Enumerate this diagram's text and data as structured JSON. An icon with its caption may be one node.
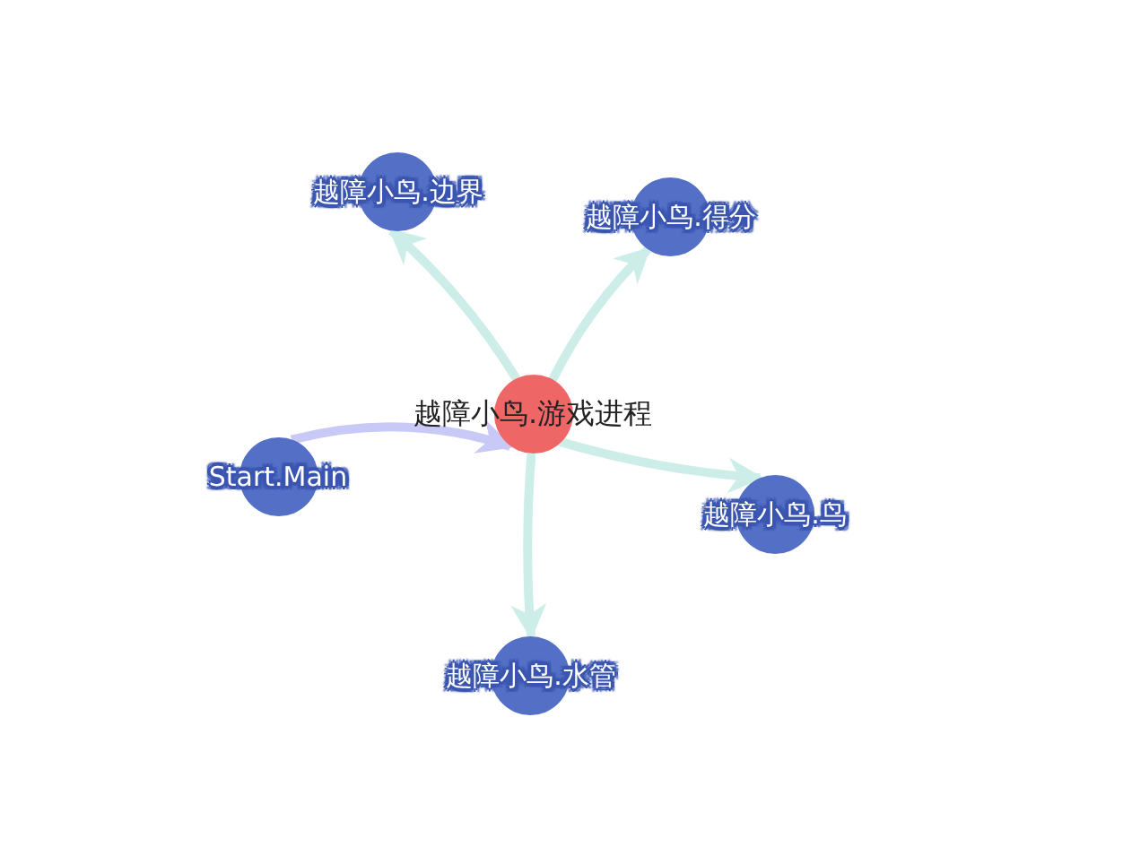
{
  "diagram": {
    "nodes": [
      {
        "text": [
          "越障小鸟.游戏进程"
        ]
      },
      {
        "text": [
          "越障小鸟.边界"
        ]
      },
      {
        "text": [
          "越障小鸟.得分"
        ]
      },
      {
        "text": [
          "Start.Main"
        ]
      },
      {
        "text": [
          "越障小鸟.鸟"
        ]
      },
      {
        "text": [
          "越障小鸟.水管"
        ]
      }
    ],
    "edges": [
      {
        "from": 3,
        "to": 0,
        "arrow": "to",
        "color": "#c9c9f7"
      },
      {
        "from": 0,
        "to": 1,
        "arrow": "to"
      },
      {
        "from": 0,
        "to": 2,
        "arrow": "to"
      },
      {
        "from": 0,
        "to": 4,
        "arrow": "to"
      },
      {
        "from": 0,
        "to": 5,
        "arrow": "to"
      }
    ]
  }
}
